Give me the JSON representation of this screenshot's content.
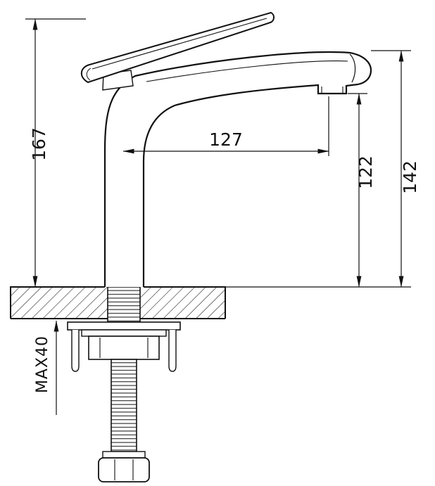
{
  "dims": {
    "d167": "167",
    "d127": "127",
    "d122": "122",
    "d142": "142",
    "max40": "MAX40"
  }
}
